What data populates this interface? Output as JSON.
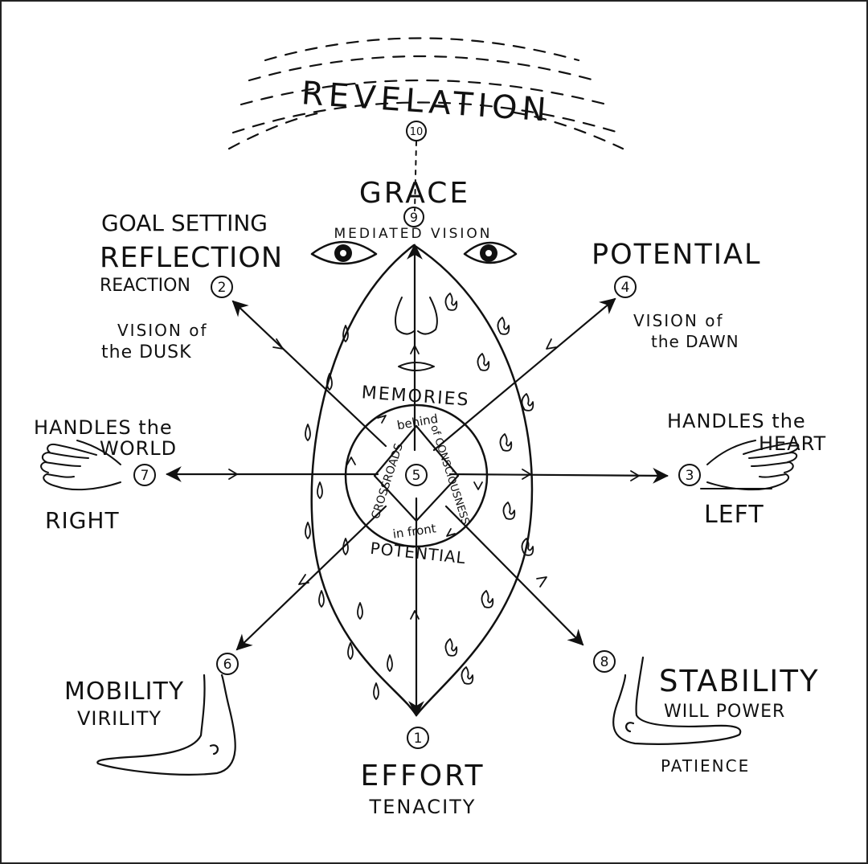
{
  "top": {
    "revelation": "REVELATION",
    "grace": "GRACE",
    "mediated_vision": "MEDIATED VISION"
  },
  "nodes": {
    "n1": "1",
    "n2": "2",
    "n3": "3",
    "n4": "4",
    "n5": "5",
    "n6": "6",
    "n7": "7",
    "n8": "8",
    "n9": "9",
    "n10": "10"
  },
  "upper_left": {
    "goal_setting": "GOAL SETTING",
    "reflection": "REFLECTION",
    "reaction": "REACTION",
    "vision_line1": "VISION of",
    "vision_line2": "the DUSK"
  },
  "upper_right": {
    "potential": "POTENTIAL",
    "vision_line1": "VISION of",
    "vision_line2": "the DAWN"
  },
  "left": {
    "handles_line1": "HANDLES the",
    "handles_line2": "WORLD",
    "side": "RIGHT"
  },
  "right": {
    "handles_line1": "HANDLES the",
    "handles_line2": "HEART",
    "side": "LEFT"
  },
  "center": {
    "memories": "MEMORIES",
    "potential": "POTENTIAL",
    "behind": "behind",
    "in_front": "in front",
    "crossroads": "CROSSROADS",
    "of_consciousness": "of CONSCIOUSNESS"
  },
  "lower_left": {
    "mobility": "MOBILITY",
    "virility": "VIRILITY"
  },
  "lower_right": {
    "stability": "STABILITY",
    "will_power": "WILL POWER",
    "patience": "PATIENCE"
  },
  "bottom": {
    "effort": "EFFORT",
    "tenacity": "TENACITY"
  }
}
